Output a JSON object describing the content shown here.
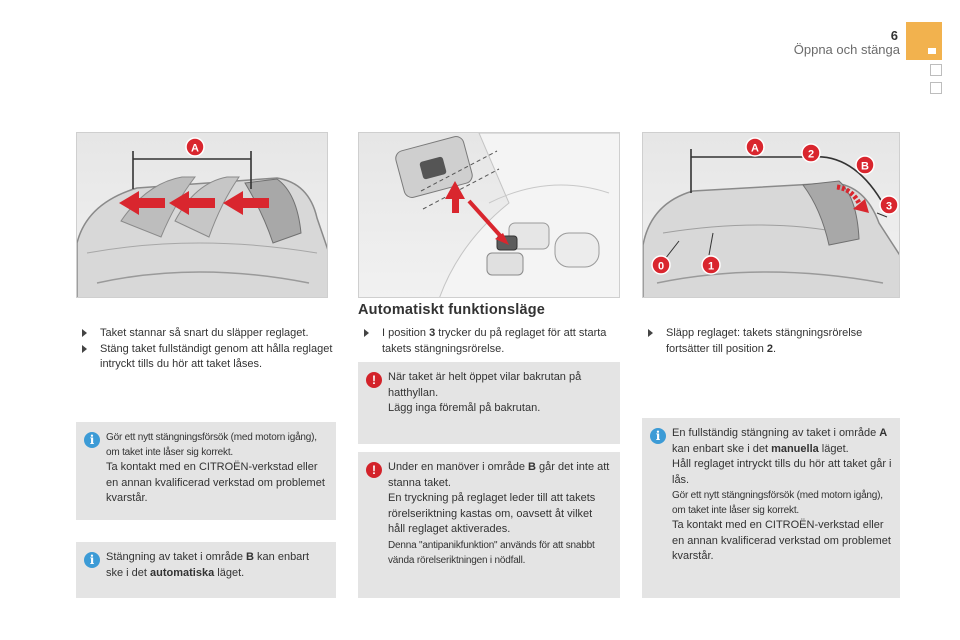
{
  "header": {
    "page_number": "6",
    "title": "Öppna och stänga"
  },
  "figures": {
    "left": {
      "label_a": "A"
    },
    "right": {
      "label_a": "A",
      "label_2": "2",
      "label_b": "B",
      "label_3": "3",
      "label_0": "0",
      "label_1": "1"
    }
  },
  "left_column": {
    "bullets": [
      "Taket stannar så snart du släpper reglaget.",
      "Stäng taket fullständigt genom att hålla reglaget intryckt tills du hör att taket låses."
    ],
    "note1": {
      "small": "Gör ett nytt stängningsförsök (med motorn igång), om taket inte låser sig korrekt.",
      "text": "Ta kontakt med en CITROËN-verkstad eller en annan kvalificerad verkstad om problemet kvarstår."
    },
    "note2": {
      "pre": "Stängning av taket i område ",
      "bold1": "B",
      "mid": " kan enbart ske i det ",
      "bold2": "automatiska",
      "post": " läget."
    }
  },
  "middle_column": {
    "title": "Automatiskt funktionsläge",
    "bullet": {
      "pre": "I position ",
      "bold": "3",
      "post": " trycker du på reglaget för att starta takets stängningsrörelse."
    },
    "warning1": {
      "line1": "När taket är helt öppet vilar bakrutan på hatthyllan.",
      "line2": "Lägg inga föremål på bakrutan."
    },
    "warning2": {
      "pre": "Under en manöver i område ",
      "bold": "B",
      "post": " går det inte att stanna taket.",
      "line2": "En tryckning på reglaget leder till att takets rörelseriktning kastas om, oavsett åt vilket håll reglaget aktiverades.",
      "small": "Denna \"antipanikfunktion\" används för att snabbt vända rörelseriktningen i nödfall."
    }
  },
  "right_column": {
    "bullet": {
      "pre": "Släpp reglaget: takets stängningsrörelse fortsätter till position ",
      "bold": "2",
      "post": "."
    },
    "note": {
      "pre": "En fullständig stängning av taket i område ",
      "bold1": "A",
      "mid": " kan enbart ske i det ",
      "bold2": "manuella",
      "post": " läget.",
      "line2": "Håll reglaget intryckt tills du hör att taket går i lås.",
      "small": "Gör ett nytt stängningsförsök (med motorn igång), om taket inte låser sig korrekt.",
      "line3": "Ta kontakt med en CITROËN-verkstad eller en annan kvalificerad verkstad om problemet kvarstår."
    }
  },
  "colors": {
    "accent_tab": "#f2b24e",
    "note_bg": "#e4e4e4",
    "info_icon": "#3c9bd6",
    "warning_icon": "#d3222a",
    "label_red": "#d9262e"
  }
}
